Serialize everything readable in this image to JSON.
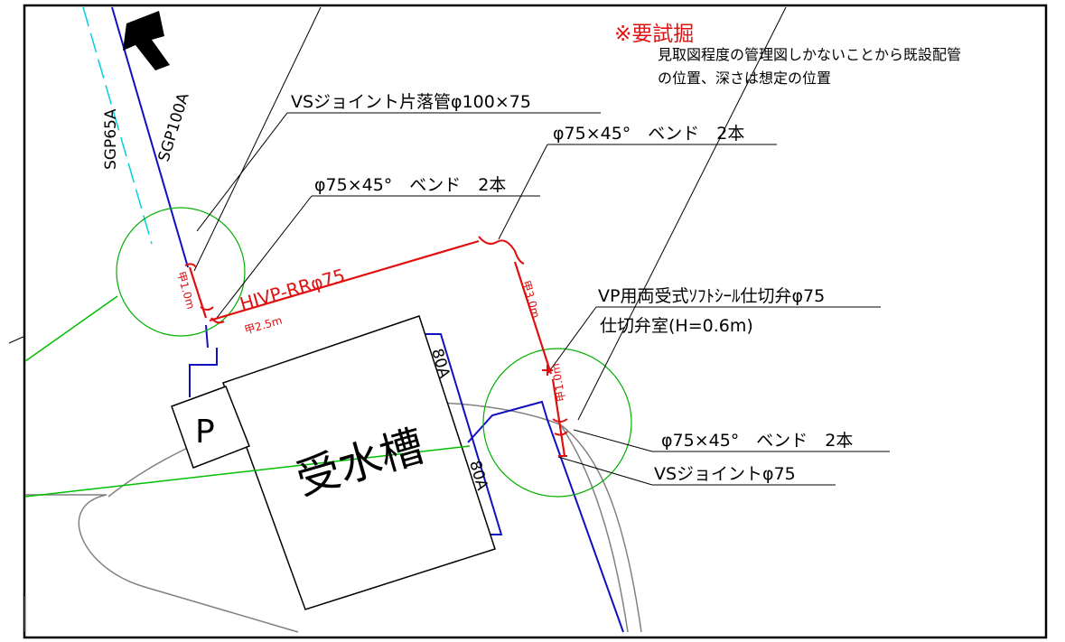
{
  "colors": {
    "water_line": "#e01010",
    "existing_pipe": "#1010c0",
    "existing_pipe_small": "#00cfe0",
    "leader_green": "#00c000",
    "circle_green": "#00b000",
    "outline": "#000000",
    "road": "#808080"
  },
  "icons": {
    "north_arrow": "north-arrow-icon"
  },
  "pipes": {
    "sgp65a": "SGP65A",
    "sgp100a": "SGP100A",
    "v80a_top": "80A",
    "v80a_bottom": "80A"
  },
  "notes": {
    "test_dig": "※要試掘",
    "test_dig_detail_1": "見取図程度の管理図しかないことから既設配管",
    "test_dig_detail_2": "の位置、深さは想定の位置"
  },
  "callouts": {
    "vs_reducer": "VSジョイント片落管φ100×75",
    "bend_top_right": "φ75×45°　ベンド　2本",
    "bend_left": "φ75×45°　ベンド　2本",
    "gate_valve": "VP用両受式ｿﾌﾄｼｰﾙ仕切弁φ75",
    "valve_chamber": "仕切弁室(H=0.6m)",
    "bend_bottom": "φ75×45°　ベンド　2本",
    "vs_joint": "VSジョイントφ75"
  },
  "new_pipe": {
    "label": "HIVP-RRφ75",
    "len_a": "甲2.5m",
    "len_b": "甲3.0m",
    "len_c": "甲1.0m",
    "len_d": "甲1.0m"
  },
  "structures": {
    "tank": "受水槽",
    "pump": "P"
  }
}
